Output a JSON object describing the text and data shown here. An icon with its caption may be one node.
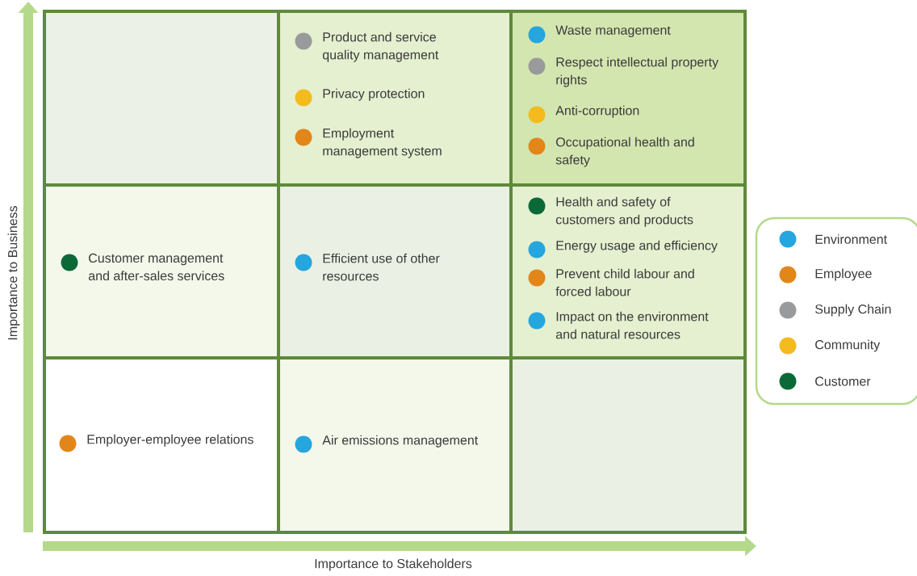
{
  "diagram": {
    "nodes": [
      {
        "text": [],
        "shape": "box"
      },
      {
        "text": [
          "Product and service quality management",
          "Privacy protection",
          "Employment management system"
        ]
      },
      {
        "text": [
          "Waste management",
          "Respect intellectual property rights",
          "Anti-corruption",
          "Occupational health and safety"
        ]
      },
      {
        "text": [
          "Customer management and after-sales services"
        ]
      },
      {
        "text": [
          "Efficient use of other resources"
        ]
      },
      {
        "text": [
          "Health and safety of customers and products",
          "Energy usage and efficiency",
          "Prevent child labour and forced labour",
          "Impact on the environment and natural resources"
        ]
      },
      {
        "text": [
          "Employer-employee relations"
        ]
      },
      {
        "text": [
          "Air emissions management"
        ]
      },
      {
        "text": [],
        "shape": "box"
      }
    ],
    "labels": [
      "Importance to Business",
      "Importance to Stakeholders"
    ],
    "legend": [
      {
        "text": "Environment",
        "color": "#25a6df"
      },
      {
        "text": "Employee",
        "color": "#e3861a"
      },
      {
        "text": "Supply Chain",
        "color": "#999a9c"
      },
      {
        "text": "Community",
        "color": "#f4bb1e"
      },
      {
        "text": "Customer",
        "color": "#0b6937"
      }
    ]
  }
}
